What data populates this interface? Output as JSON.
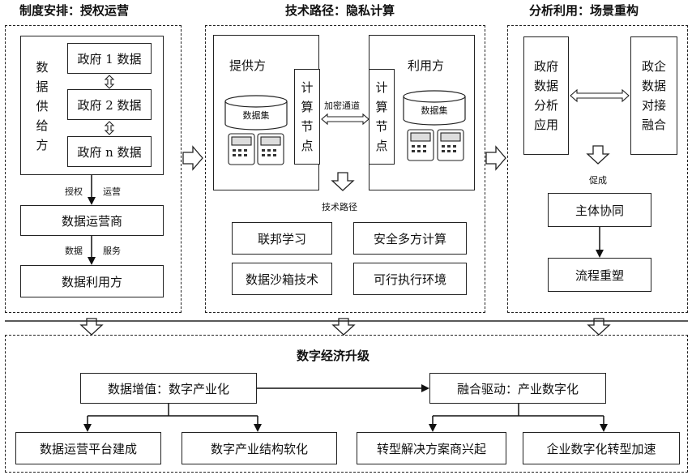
{
  "sections": {
    "institution": {
      "title": "制度安排：授权运营",
      "supply_label": [
        "数",
        "据",
        "供",
        "给",
        "方"
      ],
      "gov1": "政府 1 数据",
      "gov2": "政府 2 数据",
      "govn": "政府 n 数据",
      "auth": "授权",
      "operate": "运营",
      "operator": "数据运营商",
      "data": "数据",
      "service": "服务",
      "user": "数据利用方"
    },
    "tech": {
      "title": "技术路径：隐私计算",
      "provider": "提供方",
      "consumer": "利用方",
      "dataset": "数据集",
      "compute_node": [
        "计",
        "算",
        "节",
        "点"
      ],
      "channel": "加密通道",
      "path_label": "技术路径",
      "fed": "联邦学习",
      "mpc": "安全多方计算",
      "sandbox": "数据沙箱技术",
      "tee": "可行执行环境"
    },
    "analysis": {
      "title": "分析利用：场景重构",
      "gov_app": [
        "政府",
        "数据",
        "分析",
        "应用"
      ],
      "ent": [
        "政企",
        "数据",
        "对接",
        "融合"
      ],
      "promote": "促成",
      "collab": "主体协同",
      "reshape": "流程重塑"
    },
    "upgrade": {
      "title": "数字经济升级",
      "value_add": "数据增值：数字产业化",
      "fusion": "融合驱动：产业数字化",
      "platform": "数据运营平台建成",
      "soften": "数字产业结构软化",
      "solution": "转型解决方案商兴起",
      "transform": "企业数字化转型加速"
    }
  }
}
